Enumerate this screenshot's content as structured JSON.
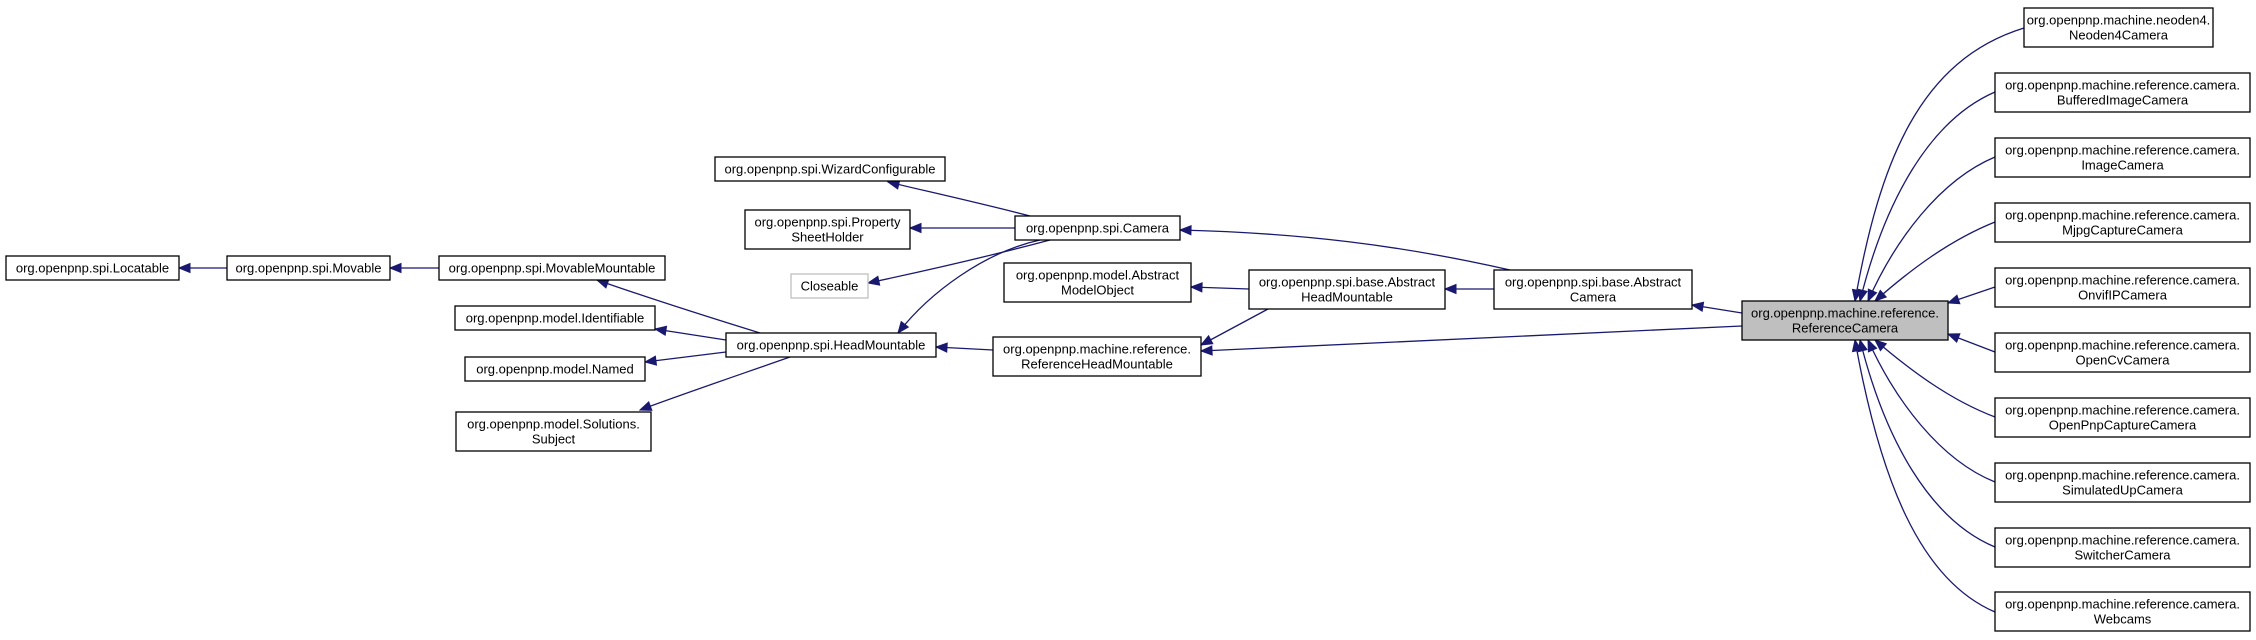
{
  "nodes": [
    {
      "id": "locatable",
      "lines": [
        "org.openpnp.spi.Locatable"
      ]
    },
    {
      "id": "movable",
      "lines": [
        "org.openpnp.spi.Movable"
      ]
    },
    {
      "id": "movable_mountable",
      "lines": [
        "org.openpnp.spi.MovableMountable"
      ]
    },
    {
      "id": "identifiable",
      "lines": [
        "org.openpnp.model.Identifiable"
      ]
    },
    {
      "id": "named",
      "lines": [
        "org.openpnp.model.Named"
      ]
    },
    {
      "id": "subject",
      "lines": [
        "org.openpnp.model.Solutions.",
        "Subject"
      ]
    },
    {
      "id": "head_mountable",
      "lines": [
        "org.openpnp.spi.HeadMountable"
      ]
    },
    {
      "id": "wizard_configurable",
      "lines": [
        "org.openpnp.spi.WizardConfigurable"
      ]
    },
    {
      "id": "property_sheet_holder",
      "lines": [
        "org.openpnp.spi.Property",
        "SheetHolder"
      ]
    },
    {
      "id": "closeable",
      "lines": [
        "Closeable"
      ]
    },
    {
      "id": "camera",
      "lines": [
        "org.openpnp.spi.Camera"
      ]
    },
    {
      "id": "abstract_model_object",
      "lines": [
        "org.openpnp.model.Abstract",
        "ModelObject"
      ]
    },
    {
      "id": "abstract_head_mountable",
      "lines": [
        "org.openpnp.spi.base.Abstract",
        "HeadMountable"
      ]
    },
    {
      "id": "reference_head_mountable",
      "lines": [
        "org.openpnp.machine.reference.",
        "ReferenceHeadMountable"
      ]
    },
    {
      "id": "abstract_camera",
      "lines": [
        "org.openpnp.spi.base.Abstract",
        "Camera"
      ]
    },
    {
      "id": "reference_camera",
      "lines": [
        "org.openpnp.machine.reference.",
        "ReferenceCamera"
      ]
    },
    {
      "id": "neoden4_camera",
      "lines": [
        "org.openpnp.machine.neoden4.",
        "Neoden4Camera"
      ]
    },
    {
      "id": "buffered_image_camera",
      "lines": [
        "org.openpnp.machine.reference.camera.",
        "BufferedImageCamera"
      ]
    },
    {
      "id": "image_camera",
      "lines": [
        "org.openpnp.machine.reference.camera.",
        "ImageCamera"
      ]
    },
    {
      "id": "mjpg_capture_camera",
      "lines": [
        "org.openpnp.machine.reference.camera.",
        "MjpgCaptureCamera"
      ]
    },
    {
      "id": "onvif_ip_camera",
      "lines": [
        "org.openpnp.machine.reference.camera.",
        "OnvifIPCamera"
      ]
    },
    {
      "id": "open_cv_camera",
      "lines": [
        "org.openpnp.machine.reference.camera.",
        "OpenCvCamera"
      ]
    },
    {
      "id": "open_pnp_capture_camera",
      "lines": [
        "org.openpnp.machine.reference.camera.",
        "OpenPnpCaptureCamera"
      ]
    },
    {
      "id": "simulated_up_camera",
      "lines": [
        "org.openpnp.machine.reference.camera.",
        "SimulatedUpCamera"
      ]
    },
    {
      "id": "switcher_camera",
      "lines": [
        "org.openpnp.machine.reference.camera.",
        "SwitcherCamera"
      ]
    },
    {
      "id": "webcams",
      "lines": [
        "org.openpnp.machine.reference.camera.",
        "Webcams"
      ]
    }
  ],
  "focus_node": "reference_camera",
  "external_nodes": [
    "closeable"
  ],
  "edges": [
    {
      "from": "movable",
      "to": "locatable"
    },
    {
      "from": "movable_mountable",
      "to": "movable"
    },
    {
      "from": "head_mountable",
      "to": "movable_mountable"
    },
    {
      "from": "head_mountable",
      "to": "identifiable"
    },
    {
      "from": "head_mountable",
      "to": "named"
    },
    {
      "from": "head_mountable",
      "to": "subject"
    },
    {
      "from": "camera",
      "to": "wizard_configurable"
    },
    {
      "from": "camera",
      "to": "property_sheet_holder"
    },
    {
      "from": "camera",
      "to": "closeable"
    },
    {
      "from": "camera",
      "to": "head_mountable"
    },
    {
      "from": "abstract_head_mountable",
      "to": "abstract_model_object"
    },
    {
      "from": "abstract_head_mountable",
      "to": "head_mountable"
    },
    {
      "from": "abstract_camera",
      "to": "camera"
    },
    {
      "from": "abstract_camera",
      "to": "abstract_head_mountable"
    },
    {
      "from": "reference_head_mountable",
      "to": "head_mountable"
    },
    {
      "from": "reference_camera",
      "to": "abstract_camera"
    },
    {
      "from": "reference_camera",
      "to": "reference_head_mountable"
    },
    {
      "from": "neoden4_camera",
      "to": "reference_camera"
    },
    {
      "from": "buffered_image_camera",
      "to": "reference_camera"
    },
    {
      "from": "image_camera",
      "to": "reference_camera"
    },
    {
      "from": "mjpg_capture_camera",
      "to": "reference_camera"
    },
    {
      "from": "onvif_ip_camera",
      "to": "reference_camera"
    },
    {
      "from": "open_cv_camera",
      "to": "reference_camera"
    },
    {
      "from": "open_pnp_capture_camera",
      "to": "reference_camera"
    },
    {
      "from": "simulated_up_camera",
      "to": "reference_camera"
    },
    {
      "from": "switcher_camera",
      "to": "reference_camera"
    },
    {
      "from": "webcams",
      "to": "reference_camera"
    }
  ]
}
